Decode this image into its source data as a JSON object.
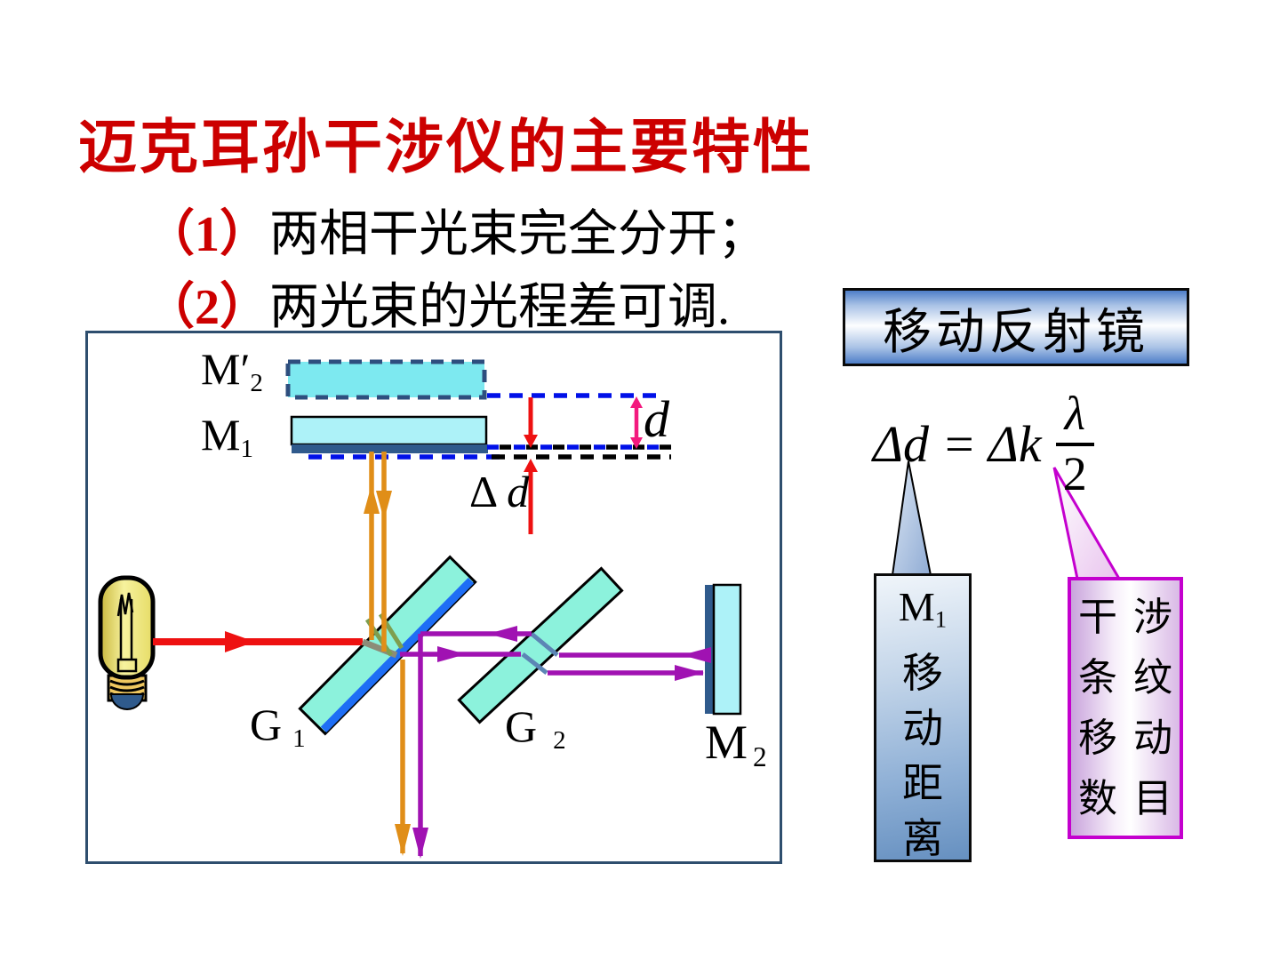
{
  "title": "迈克耳孙干涉仪的主要特性",
  "items": [
    {
      "num": "（1）",
      "text": "两相干光束完全分开；"
    },
    {
      "num": "（2）",
      "text": "两光束的光程差可调."
    }
  ],
  "diagram": {
    "labels": {
      "m2_image": {
        "base": "M′",
        "sub": "2"
      },
      "m1": {
        "base": "M",
        "sub": "1"
      },
      "g1": {
        "base": "G",
        "sub": "1"
      },
      "g2": {
        "base": "G",
        "sub": "2"
      },
      "m2": {
        "base": "M",
        "sub": "2"
      },
      "d": "d",
      "delta_d": {
        "delta": "Δ",
        "var": "d"
      }
    }
  },
  "panel": {
    "title": "移动反射镜",
    "formula": {
      "lhs_delta": "Δ",
      "lhs_var": "d",
      "equals": "=",
      "rhs_delta": "Δ",
      "rhs_var": "k",
      "numerator": "λ",
      "denominator": "2"
    },
    "callout_blue": {
      "head_base": "M",
      "head_sub": "1",
      "chars": [
        "移",
        "动",
        "距",
        "离"
      ]
    },
    "callout_magenta": {
      "rows": [
        "干涉",
        "条纹",
        "移动",
        "数目"
      ]
    }
  },
  "colors": {
    "title_red": "#cc0000",
    "beam_red": "#ee1111",
    "beam_orange": "#e08e18",
    "beam_purple": "#a012b2",
    "dim_pink": "#f3197e",
    "dash_blue": "#0010e8",
    "frame_slate": "#2e4e6e",
    "mirror_back": "#2f5a8c",
    "mirror_cyan": "#adf2f8",
    "mirror_image_cyan": "#7de9f0",
    "plate_turquoise": "#8cf2dc",
    "splitter_face_blue": "#1e6ef5",
    "hatch_steel": "#5c85b5",
    "hatch_olive": "#7e9e4e",
    "refracted_gray": "#8c8c78",
    "callout_magenta_border": "#c400ce"
  }
}
